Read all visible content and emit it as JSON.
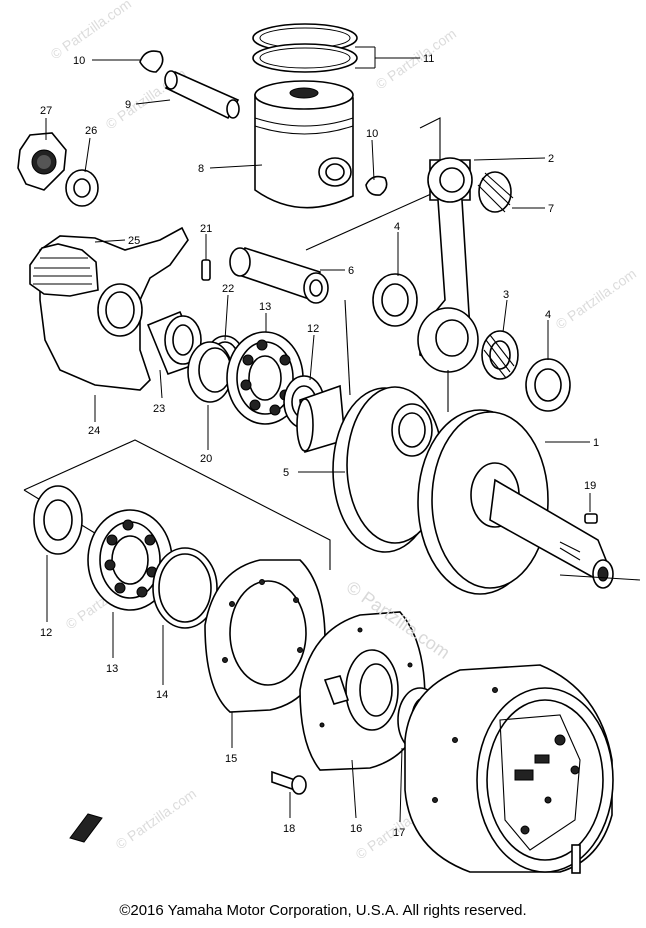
{
  "watermark": {
    "main": "© Partzilla.com",
    "tile": "© Partzilla.com"
  },
  "callouts": {
    "c1": "1",
    "c2": "2",
    "c3": "3",
    "c4a": "4",
    "c4b": "4",
    "c5": "5",
    "c6": "6",
    "c7": "7",
    "c8": "8",
    "c9": "9",
    "c10a": "10",
    "c10b": "10",
    "c11": "11",
    "c12a": "12",
    "c12b": "12",
    "c13a": "13",
    "c13b": "13",
    "c14": "14",
    "c15": "15",
    "c16": "16",
    "c17": "17",
    "c18": "18",
    "c19": "19",
    "c20": "20",
    "c21": "21",
    "c22": "22",
    "c23": "23",
    "c24": "24",
    "c25": "25",
    "c26": "26",
    "c27": "27"
  },
  "copyright": "©2016  Yamaha Motor Corporation, U.S.A. All rights reserved."
}
